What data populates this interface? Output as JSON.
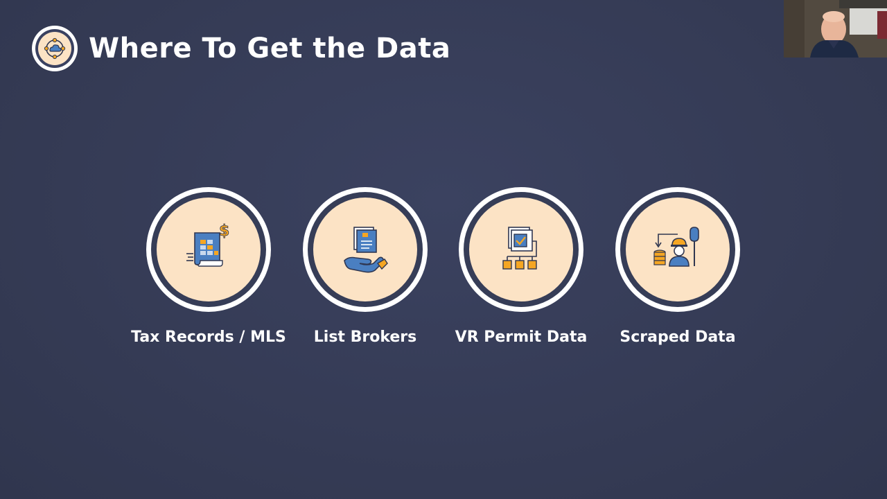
{
  "slide": {
    "title": "Where To Get the Data",
    "logo_icon": "network-cloud-icon"
  },
  "sources": [
    {
      "label": "Tax Records / MLS",
      "icon": "tax-document-dollar-icon"
    },
    {
      "label": "List Brokers",
      "icon": "hand-holding-documents-icon"
    },
    {
      "label": "VR Permit Data",
      "icon": "approved-document-flow-icon"
    },
    {
      "label": "Scraped Data",
      "icon": "data-miner-icon"
    }
  ],
  "colors": {
    "background": "#363d57",
    "circle_fill": "#fce3c5",
    "icon_blue": "#4a7fc1",
    "icon_orange": "#f5a623",
    "icon_dark": "#2f3650",
    "text": "#ffffff"
  },
  "webcam": {
    "subject": "presenter-video-thumbnail"
  }
}
